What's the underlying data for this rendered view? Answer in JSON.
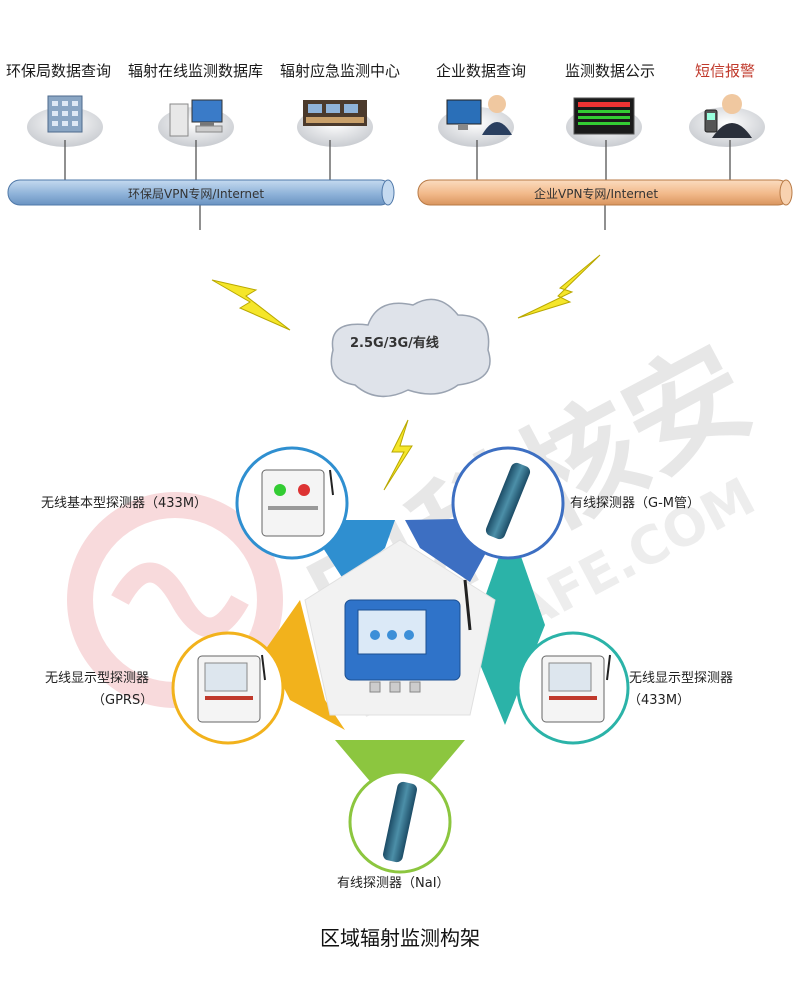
{
  "top_nodes": [
    {
      "label": "环保局数据查询",
      "icon": "building-icon"
    },
    {
      "label": "辐射在线监测数据库",
      "icon": "server-icon"
    },
    {
      "label": "辐射应急监测中心",
      "icon": "control-room-icon"
    },
    {
      "label": "企业数据查询",
      "icon": "computer-user-icon"
    },
    {
      "label": "监测数据公示",
      "icon": "led-display-icon"
    },
    {
      "label": "短信报警",
      "icon": "phone-user-icon",
      "color": "#c0392b"
    }
  ],
  "networks": {
    "left": "环保局VPN专网/Internet",
    "right": "企业VPN专网/Internet",
    "cloud": "2.5G/3G/有线"
  },
  "detectors": {
    "top_left": "无线基本型探测器（433M）",
    "top_right": "有线探测器（G-M管）",
    "left_line1": "无线显示型探测器",
    "left_line2": "（GPRS）",
    "right_line1": "无线显示型探测器",
    "right_line2": "（433M）",
    "bottom": "有线探测器（NaI）"
  },
  "watermark": {
    "brand": "中科核安",
    "url": "NUC-SAFE.COM"
  },
  "caption": "区域辐射监测构架",
  "colors": {
    "left_pipe": "#8fb3d9",
    "right_pipe": "#f2b98a",
    "seg_blue": "#2f8fd0",
    "seg_teal": "#2bb3a8",
    "seg_green": "#8cc63f",
    "seg_yellow": "#f2b21c",
    "seg_navy": "#3d6fc2",
    "lightning": "#f5e62a"
  }
}
